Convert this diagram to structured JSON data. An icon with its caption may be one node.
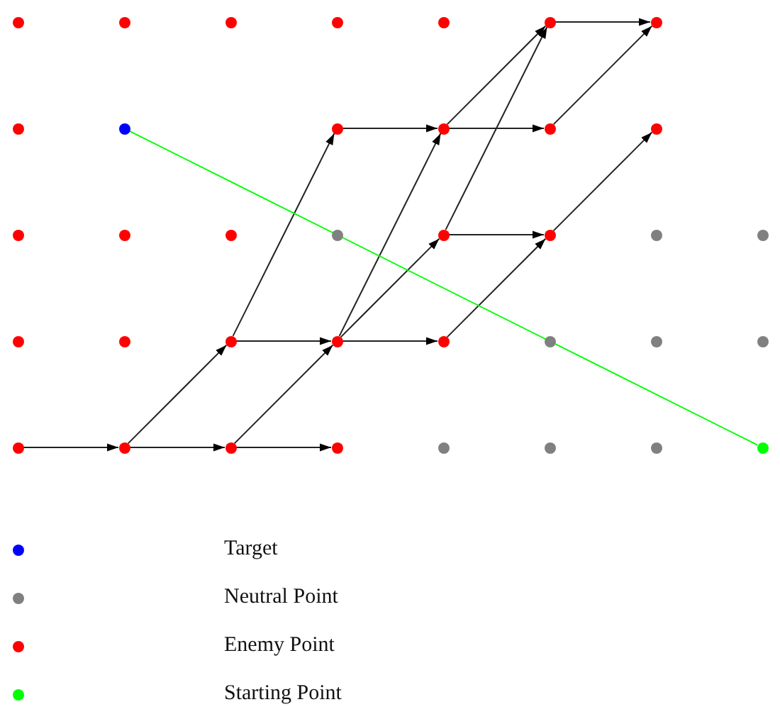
{
  "diagram": {
    "nodes": [
      {
        "text": [],
        "shape": "circle"
      },
      {
        "text": [],
        "shape": "circle"
      },
      {
        "text": [],
        "shape": "circle"
      },
      {
        "text": [],
        "shape": "circle"
      },
      {
        "text": [],
        "shape": "circle"
      },
      {
        "text": [],
        "shape": "circle"
      },
      {
        "text": [],
        "shape": "circle"
      },
      {
        "text": [],
        "shape": "circle"
      },
      {
        "text": [],
        "shape": "circle"
      },
      {
        "text": [],
        "shape": "circle"
      },
      {
        "text": [],
        "shape": "circle"
      },
      {
        "text": [],
        "shape": "circle"
      },
      {
        "text": [],
        "shape": "circle"
      },
      {
        "text": [],
        "shape": "circle"
      },
      {
        "text": [],
        "shape": "circle"
      },
      {
        "text": [],
        "shape": "circle"
      },
      {
        "text": [],
        "shape": "circle"
      },
      {
        "text": [],
        "shape": "circle"
      },
      {
        "text": [],
        "shape": "circle"
      },
      {
        "text": [],
        "shape": "circle"
      },
      {
        "text": [],
        "shape": "circle"
      },
      {
        "text": [],
        "shape": "circle"
      },
      {
        "text": [],
        "shape": "circle"
      },
      {
        "text": [],
        "shape": "circle"
      },
      {
        "text": [],
        "shape": "circle"
      },
      {
        "text": [],
        "shape": "circle"
      },
      {
        "text": [],
        "shape": "circle"
      },
      {
        "text": [],
        "shape": "circle"
      },
      {
        "text": [],
        "shape": "circle"
      },
      {
        "text": [],
        "shape": "circle"
      },
      {
        "text": [],
        "shape": "circle"
      },
      {
        "text": [],
        "shape": "circle"
      },
      {
        "text": [],
        "shape": "circle"
      },
      {
        "text": [],
        "shape": "circle"
      },
      {
        "text": [],
        "shape": "circle"
      },
      {
        "text": [],
        "shape": "circle"
      },
      {
        "text": [],
        "shape": "circle"
      }
    ],
    "edges": [
      {
        "from": 29,
        "to": 30,
        "arrow": "to"
      },
      {
        "from": 30,
        "to": 31,
        "arrow": "to"
      },
      {
        "from": 31,
        "to": 32,
        "arrow": "to"
      },
      {
        "from": 30,
        "to": 23,
        "arrow": "to"
      },
      {
        "from": 23,
        "to": 24,
        "arrow": "to"
      },
      {
        "from": 23,
        "to": 9,
        "arrow": "to"
      },
      {
        "from": 31,
        "to": 24,
        "arrow": "to"
      },
      {
        "from": 24,
        "to": 10,
        "arrow": "to"
      },
      {
        "from": 24,
        "to": 17,
        "arrow": "to"
      },
      {
        "from": 24,
        "to": 25,
        "arrow": "to"
      },
      {
        "from": 9,
        "to": 10,
        "arrow": "to"
      },
      {
        "from": 10,
        "to": 11,
        "arrow": "to"
      },
      {
        "from": 10,
        "to": 5,
        "arrow": "to"
      },
      {
        "from": 17,
        "to": 5,
        "arrow": "to"
      },
      {
        "from": 5,
        "to": 6,
        "arrow": "to"
      },
      {
        "from": 11,
        "to": 6,
        "arrow": "to"
      },
      {
        "from": 25,
        "to": 18,
        "arrow": "to"
      },
      {
        "from": 17,
        "to": 18,
        "arrow": "to"
      },
      {
        "from": 18,
        "to": 12,
        "arrow": "to"
      },
      {
        "from": 8,
        "to": 36,
        "arrow": "none",
        "color": "#00ff00"
      }
    ],
    "legend": [
      {
        "text": "Target",
        "color": "#0000ff"
      },
      {
        "text": "Neutral Point",
        "color": "#808080"
      },
      {
        "text": "Enemy Point",
        "color": "#ff0000"
      },
      {
        "text": "Starting Point",
        "color": "#00ff00"
      }
    ]
  }
}
